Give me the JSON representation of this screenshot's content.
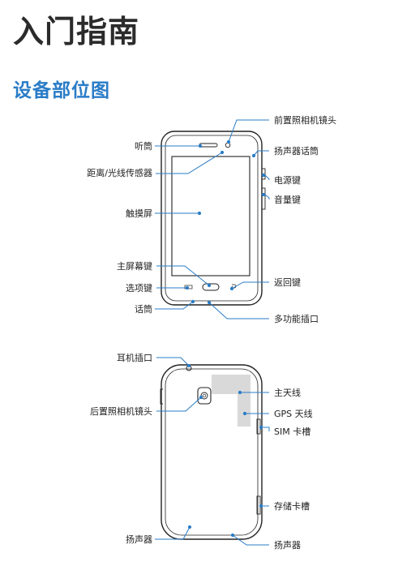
{
  "header": {
    "title": "入门指南"
  },
  "section": {
    "title": "设备部位图"
  },
  "front_labels": {
    "front_camera": "前置照相机镜头",
    "earpiece": "听筒",
    "speakerphone": "扬声器话筒",
    "proximity_sensor": "距离/光线传感器",
    "power_key": "电源键",
    "volume_key": "音量键",
    "touchscreen": "触摸屏",
    "home_key": "主屏幕键",
    "menu_key": "选项键",
    "back_key": "返回键",
    "microphone": "话筒",
    "multipurpose_jack": "多功能插口"
  },
  "back_labels": {
    "headset_jack": "耳机插口",
    "main_antenna": "主天线",
    "rear_camera": "后置照相机镜头",
    "gps_antenna": "GPS 天线",
    "sim_slot": "SIM 卡槽",
    "memory_card_slot": "存储卡槽",
    "speaker_left": "扬声器",
    "speaker_right": "扬声器"
  },
  "colors": {
    "title": "#2b2b2b",
    "section": "#2a7cc7",
    "leader": "#2a7cc7",
    "antenna": "#d9d9d9"
  }
}
